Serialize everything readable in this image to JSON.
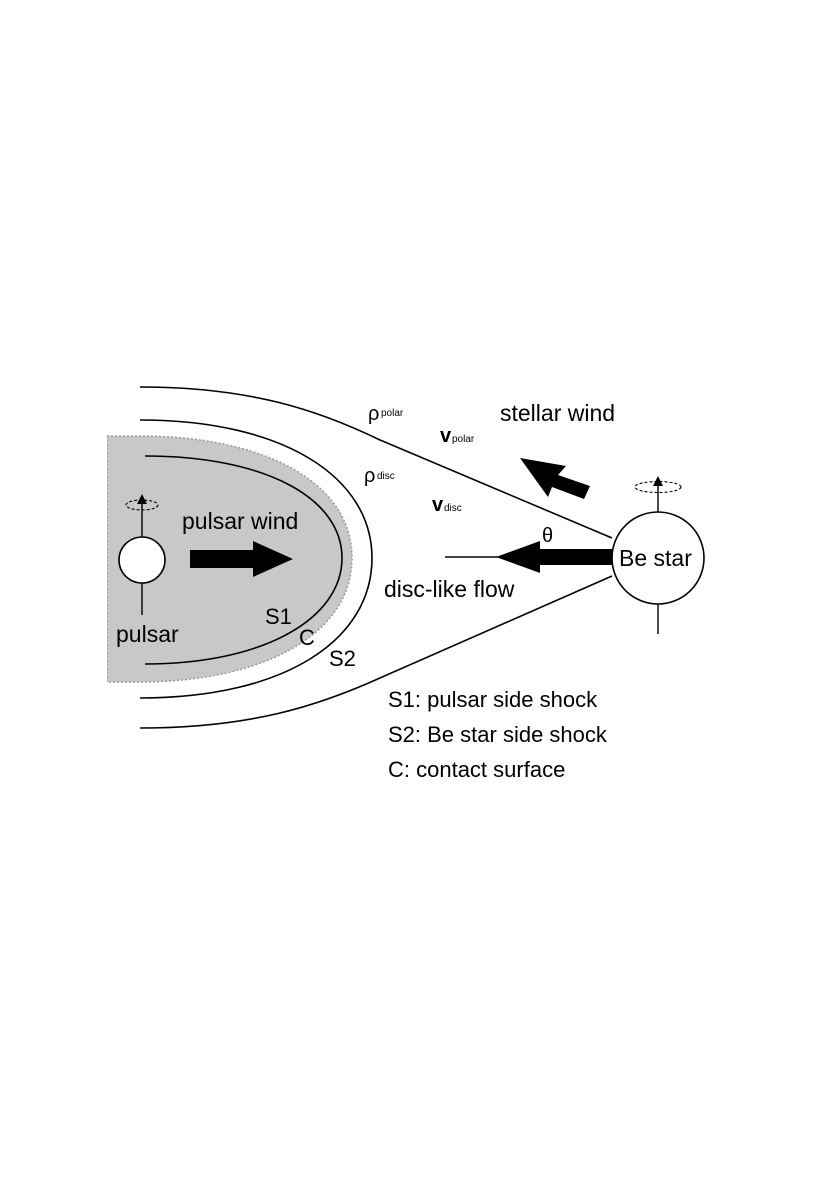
{
  "diagram": {
    "labels": {
      "stellar_wind": "stellar wind",
      "pulsar_wind": "pulsar wind",
      "pulsar": "pulsar",
      "be_star": "Be star",
      "disc_flow": "disc-like flow",
      "theta": "θ",
      "s1": "S1",
      "c": "C",
      "s2": "S2"
    },
    "symbols": {
      "rho": "ρ",
      "v": "v",
      "polar": "polar",
      "disc": "disc"
    },
    "legend": [
      "S1: pulsar side shock",
      "S2: Be star side shock",
      "C: contact surface"
    ],
    "colors": {
      "ink": "#000000",
      "shocked_region": "#c8c8c8",
      "background": "#ffffff"
    }
  }
}
